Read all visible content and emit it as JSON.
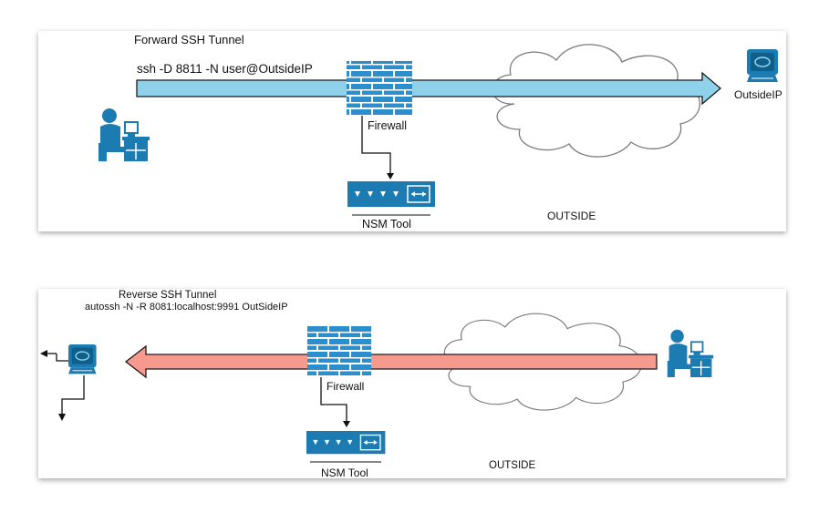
{
  "forward_panel": {
    "title": "Forward SSH Tunnel",
    "command": "ssh -D  8811 -N user@OutsideIP",
    "firewall_label": "Firewall",
    "nsm_label": "NSM Tool",
    "outside_label": "OUTSIDE",
    "outside_ip_label": "OutsideIP",
    "arrow_color": "#8fd0ea",
    "arrow_direction": "right"
  },
  "reverse_panel": {
    "title": "Reverse SSH Tunnel",
    "command": "autossh  -N -R 8081:localhost:9991 OutSideIP",
    "firewall_label": "Firewall",
    "nsm_label": "NSM Tool",
    "outside_label": "OUTSIDE",
    "arrow_color": "#f59a8c",
    "arrow_direction": "left"
  },
  "colors": {
    "icon_blue": "#1c7bb0",
    "icon_blue_dark": "#135c85",
    "firewall_blue": "#2a8fcc",
    "firewall_mortar": "#ffffff",
    "cloud_stroke": "#7b7b7b"
  },
  "icons": [
    "user-at-desk-icon",
    "computer-monitor-icon",
    "firewall-icon",
    "network-switch-icon",
    "cloud-icon"
  ]
}
